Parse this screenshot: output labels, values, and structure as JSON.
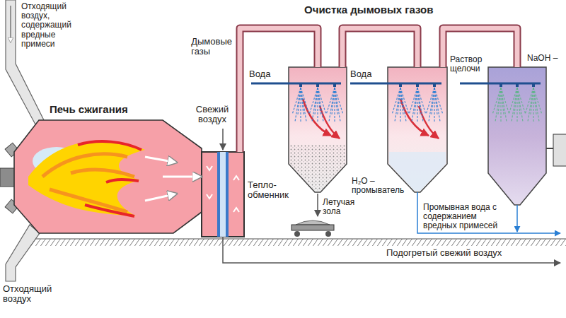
{
  "diagram": {
    "title": "Очистка дымовых газов",
    "nodes": [
      {
        "text": [
          "Печь сжигания"
        ]
      },
      {
        "text": [
          "Тепло- обменник"
        ]
      },
      {
        "text": [
          "Вода"
        ]
      },
      {
        "text": [
          "Вода",
          "H₂O – промыватель"
        ]
      },
      {
        "text": [
          "Раствор щелочи",
          "NaOH –"
        ]
      }
    ],
    "edges": [
      {
        "from": 0,
        "to": 1,
        "arrow": "to"
      },
      {
        "from": 1,
        "to": 2,
        "arrow": "none",
        "label": "Дымовые газы"
      },
      {
        "from": 2,
        "to": 3,
        "arrow": "none"
      },
      {
        "from": 3,
        "to": 4,
        "arrow": "none"
      }
    ],
    "labels": [
      "Отходящий воздух, содержащий вредные примеси",
      "Свежий воздух",
      "Летучая зола",
      "Промывная вода с содержанием вредных примесей",
      "Подогретый свежий воздух",
      "Отходящий воздух"
    ]
  }
}
